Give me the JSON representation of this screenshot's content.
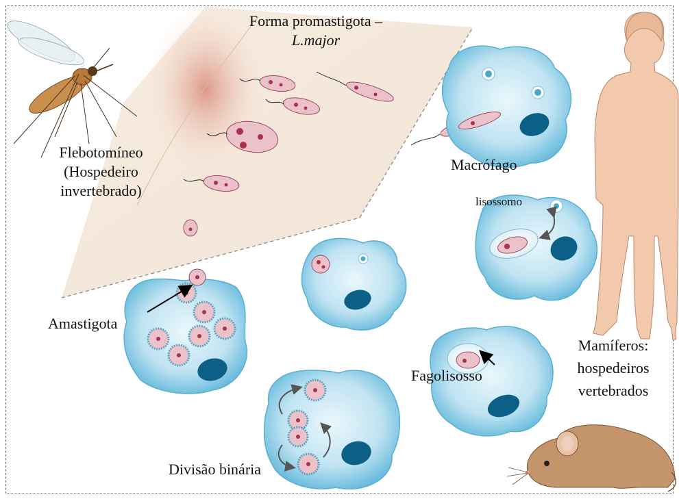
{
  "labels": {
    "promastigote_line1": "Forma promastigota –",
    "promastigote_line2": "L.major",
    "sandfly_line1": "Flebotomíneo",
    "sandfly_line2": "(Hospedeiro",
    "sandfly_line3": "invertebrado)",
    "macrophage": "Macrófago",
    "lysosome": "lisossomo",
    "amastigote": "Amastigota",
    "phagolysosome": "Fagolisosso",
    "mammals_line1": "Mamíferos:",
    "mammals_line2": "hospedeiros",
    "mammals_line3": "vertebrados",
    "binary_division": "Divisão binária"
  },
  "illustrations": {
    "sandfly": "sandfly-icon",
    "human": "human-figure-icon",
    "mouse": "mouse-icon"
  },
  "colors": {
    "cell_fill": "#bfe3f2",
    "cell_edge": "#4aa8cf",
    "nucleus": "#0c5f86",
    "parasite_fill": "#ecc2ca",
    "parasite_nucleus": "#a8324b",
    "skin": "#f4ddc8",
    "mouse_fur": "#c4956b"
  }
}
